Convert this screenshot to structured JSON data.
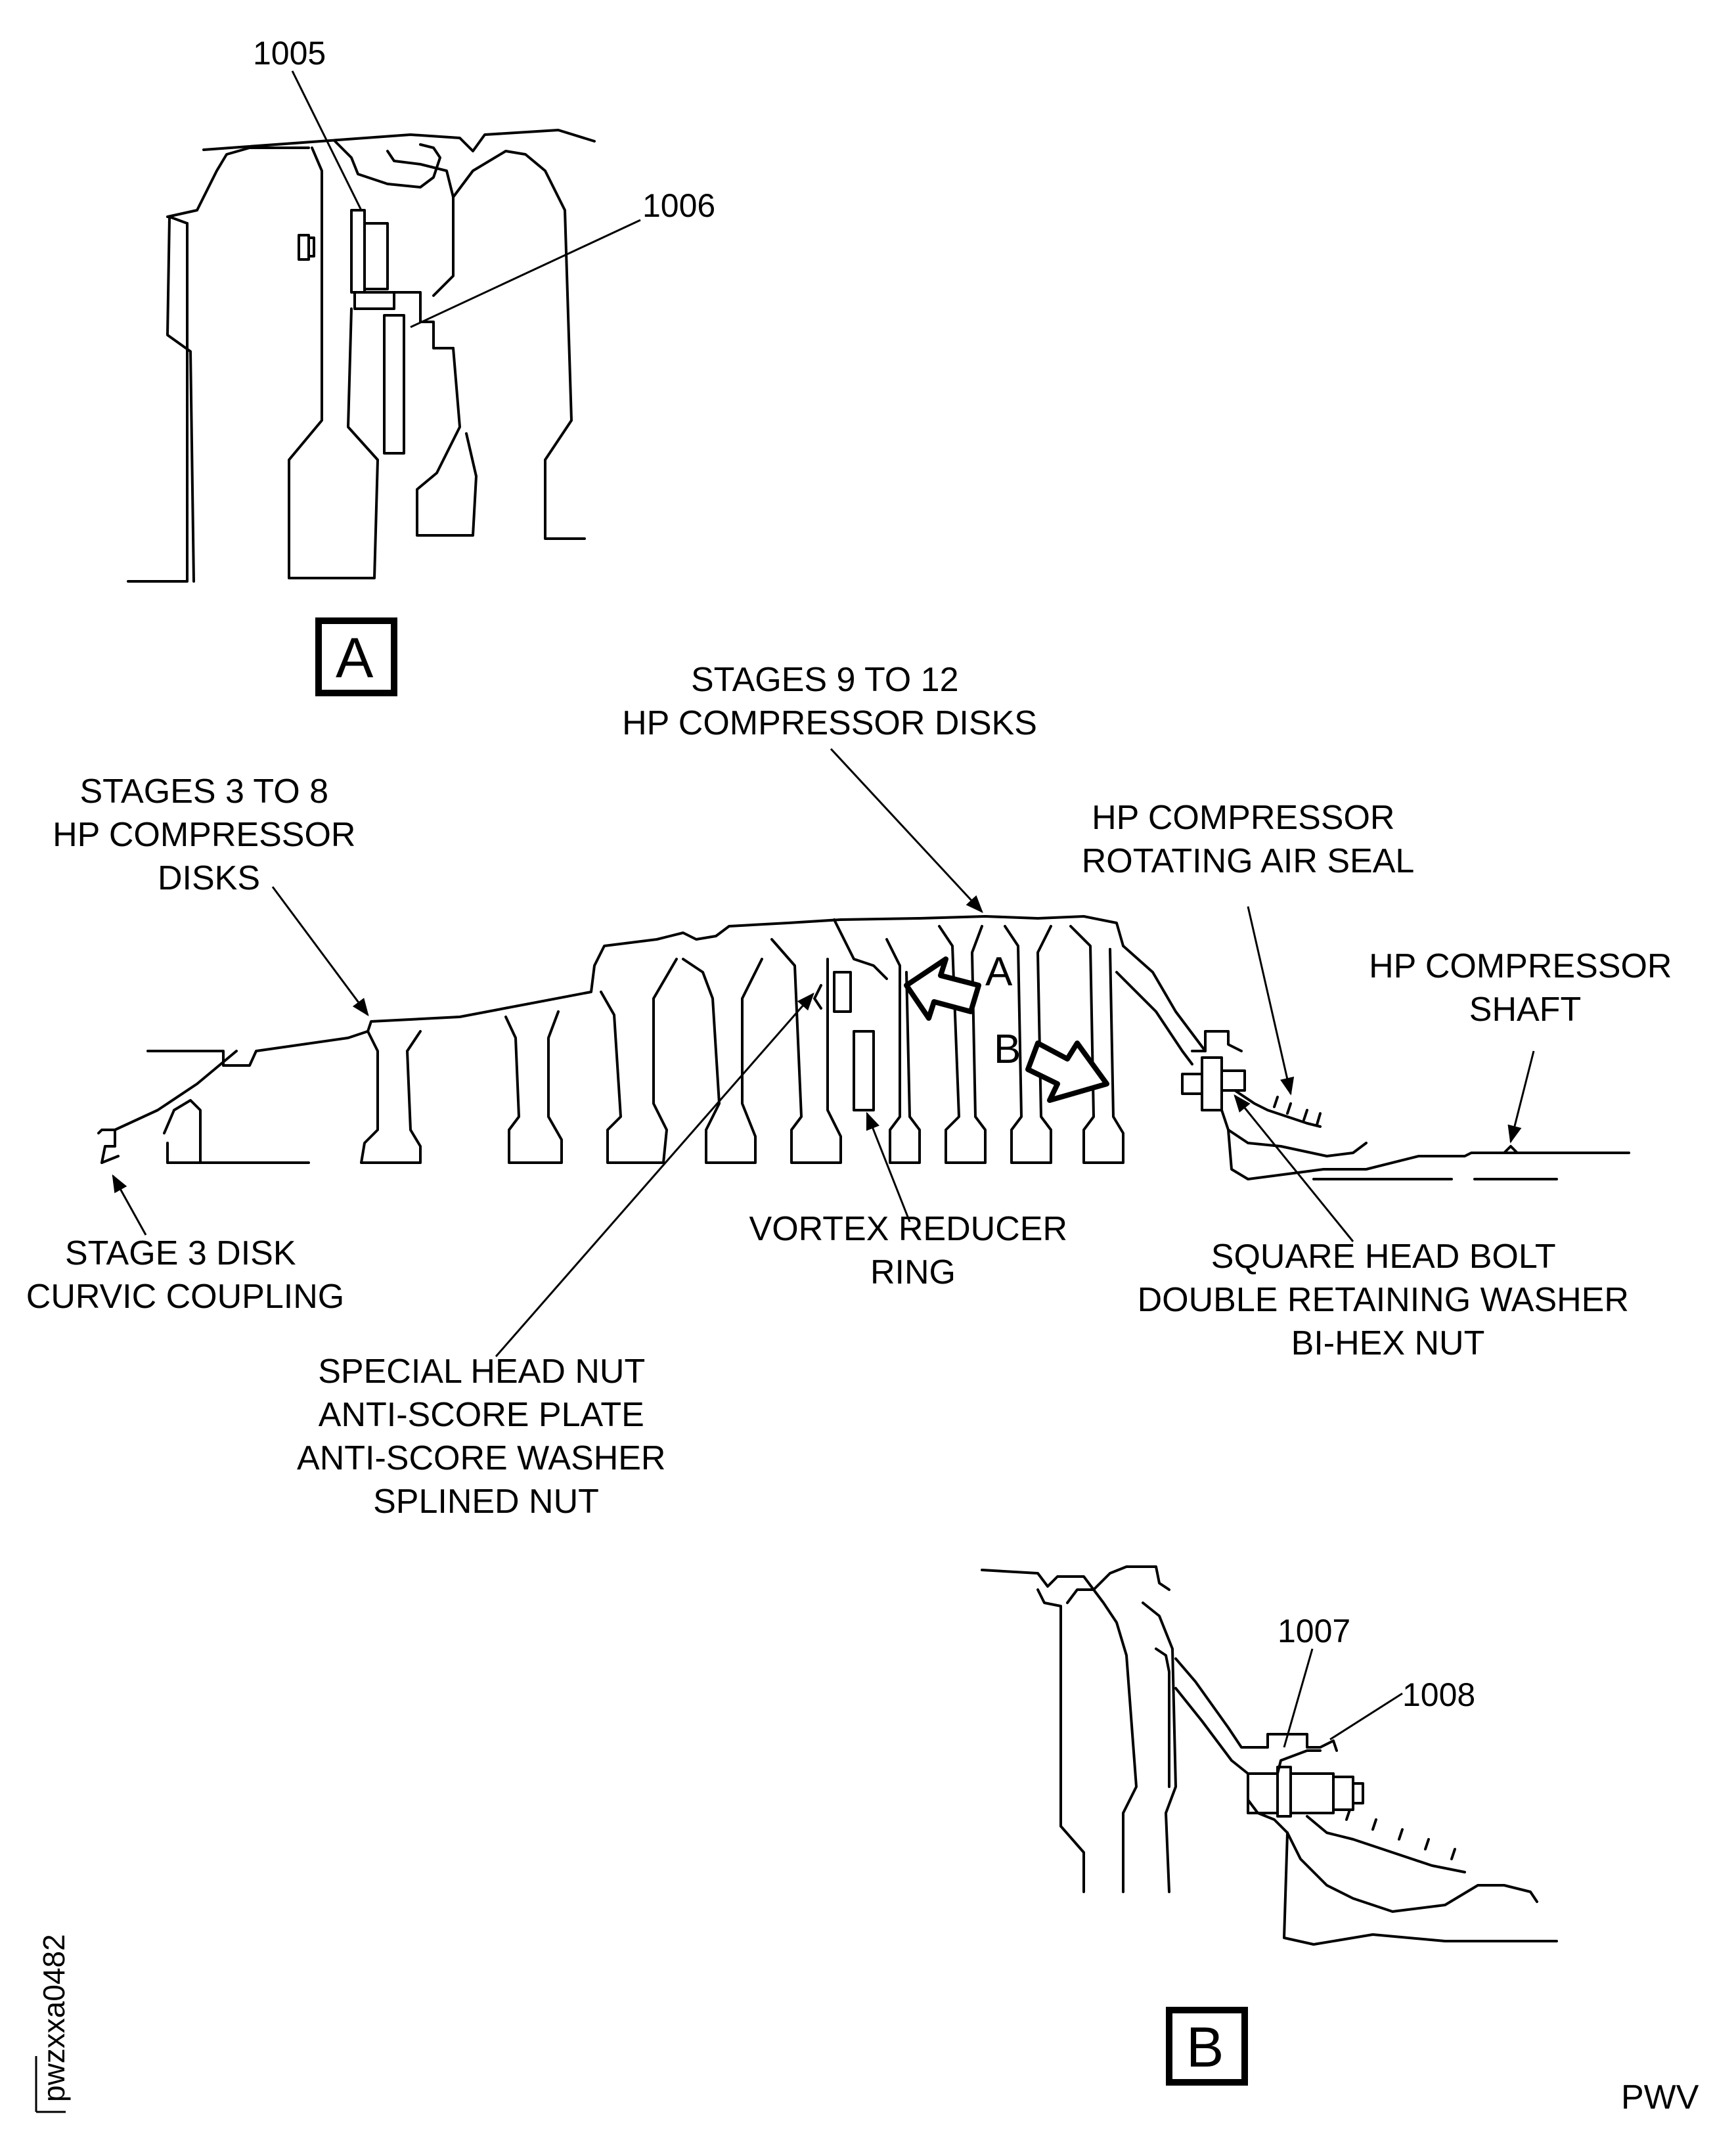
{
  "detail_a": {
    "callouts": [
      "1005",
      "1006"
    ],
    "view_label": "A"
  },
  "main_view": {
    "labels": {
      "stages_9_12": [
        "STAGES 9 TO 12",
        "HP COMPRESSOR DISKS"
      ],
      "stages_3_8": [
        "STAGES 3 TO 8",
        "HP COMPRESSOR",
        "DISKS"
      ],
      "air_seal": [
        "HP COMPRESSOR",
        "ROTATING AIR SEAL"
      ],
      "shaft": [
        "HP COMPRESSOR",
        "SHAFT"
      ],
      "curvic": [
        "STAGE 3 DISK",
        "CURVIC COUPLING"
      ],
      "vortex": [
        "VORTEX REDUCER",
        "RING"
      ],
      "square_bolt": [
        "SQUARE HEAD BOLT",
        "DOUBLE RETAINING WASHER",
        "BI-HEX NUT"
      ],
      "special_nut": [
        "SPECIAL HEAD NUT",
        "ANTI-SCORE PLATE",
        "ANTI-SCORE WASHER",
        "SPLINED NUT"
      ]
    },
    "arrow_labels": [
      "A",
      "B"
    ]
  },
  "detail_b": {
    "callouts": [
      "1007",
      "1008"
    ],
    "view_label": "B"
  },
  "figure_id": "pwzxxa0482",
  "footer_code": "PWV"
}
